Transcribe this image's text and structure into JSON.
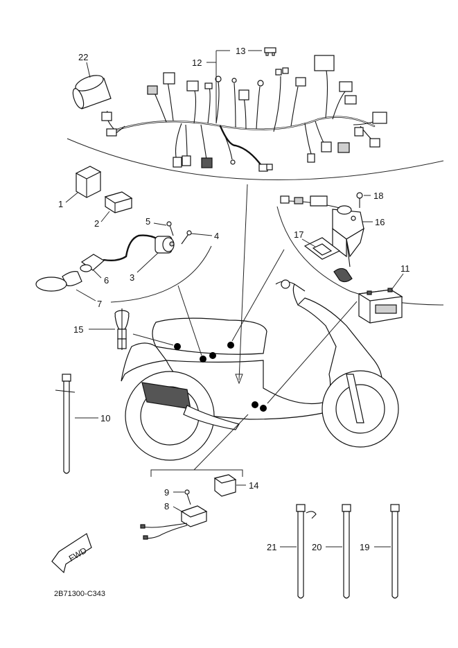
{
  "diagram": {
    "part_code": "2B71300-C343",
    "fwd_label": "FWD",
    "callouts": [
      {
        "id": "1",
        "label": "1"
      },
      {
        "id": "2",
        "label": "2"
      },
      {
        "id": "3",
        "label": "3"
      },
      {
        "id": "4",
        "label": "4"
      },
      {
        "id": "5",
        "label": "5"
      },
      {
        "id": "6",
        "label": "6"
      },
      {
        "id": "7",
        "label": "7"
      },
      {
        "id": "8",
        "label": "8"
      },
      {
        "id": "9",
        "label": "9"
      },
      {
        "id": "10",
        "label": "10"
      },
      {
        "id": "11",
        "label": "11"
      },
      {
        "id": "12",
        "label": "12"
      },
      {
        "id": "13",
        "label": "13"
      },
      {
        "id": "14",
        "label": "14"
      },
      {
        "id": "15",
        "label": "15"
      },
      {
        "id": "16",
        "label": "16"
      },
      {
        "id": "17",
        "label": "17"
      },
      {
        "id": "18",
        "label": "18"
      },
      {
        "id": "19",
        "label": "19"
      },
      {
        "id": "20",
        "label": "20"
      },
      {
        "id": "21",
        "label": "21"
      },
      {
        "id": "22",
        "label": "22"
      }
    ]
  }
}
